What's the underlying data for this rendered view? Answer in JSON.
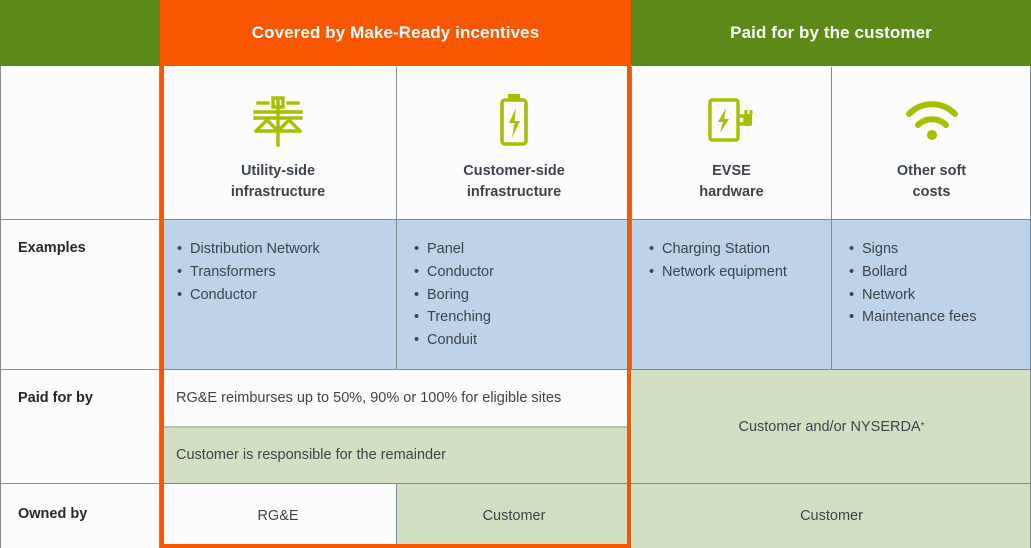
{
  "colors": {
    "header_green": "#5b8a18",
    "header_orange": "#f95601",
    "cell_blue": "#bdd3ea",
    "cell_green": "#d3dfc2",
    "icon_green": "#a8bf00",
    "text_dark": "#3b444c"
  },
  "banners": {
    "blank": "",
    "covered": "Covered by Make-Ready incentives",
    "customer_paid": "Paid for by the customer"
  },
  "columns": [
    {
      "icon": "utility-pole-icon",
      "label": "Utility-side\ninfrastructure"
    },
    {
      "icon": "battery-icon",
      "label": "Customer-side\ninfrastructure"
    },
    {
      "icon": "ev-charger-icon",
      "label": "EVSE\nhardware"
    },
    {
      "icon": "wifi-icon",
      "label": "Other soft\ncosts"
    }
  ],
  "rows": {
    "examples": {
      "label": "Examples",
      "cells": [
        [
          "Distribution Network",
          "Transformers",
          "Conductor"
        ],
        [
          "Panel",
          "Conductor",
          "Boring",
          "Trenching",
          "Conduit"
        ],
        [
          "Charging Station",
          "Network equipment"
        ],
        [
          "Signs",
          "Bollard",
          "Network",
          "Maintenance fees"
        ]
      ]
    },
    "paid_for_by": {
      "label": "Paid for by",
      "left_top": "RG&E reimburses up to 50%, 90% or 100% for eligible sites",
      "left_bottom": "Customer is responsible for the remainder",
      "right": "Customer and/or NYSERDA",
      "right_footnote": "*"
    },
    "owned_by": {
      "label": "Owned by",
      "cells": [
        "RG&E",
        "Customer",
        "Customer"
      ]
    }
  }
}
